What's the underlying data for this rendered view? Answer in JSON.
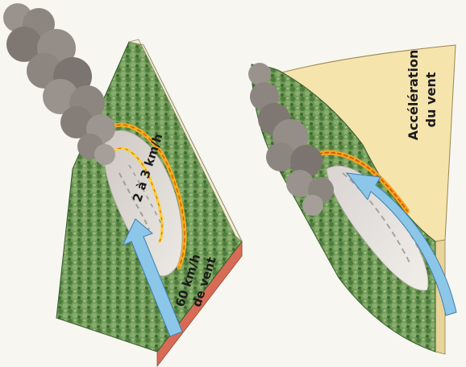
{
  "left_panel": {
    "label_fire_speed": "2 à 3 km/h",
    "label_wind_speed_line1": "60 km/h",
    "label_wind_speed_line2": "de vent"
  },
  "right_panel": {
    "label_wind_line1": "Accélération",
    "label_wind_line2": "du vent"
  },
  "colors": {
    "background": "#f7f6f1",
    "forest": "#6f9a57",
    "soil": "#e27a63",
    "top_edge": "#f3efd8",
    "hillside": "#f6e4ad",
    "smoke": "#8d8580",
    "fire": "#f2b01c",
    "wind_arrow": "#8cc6e8"
  }
}
